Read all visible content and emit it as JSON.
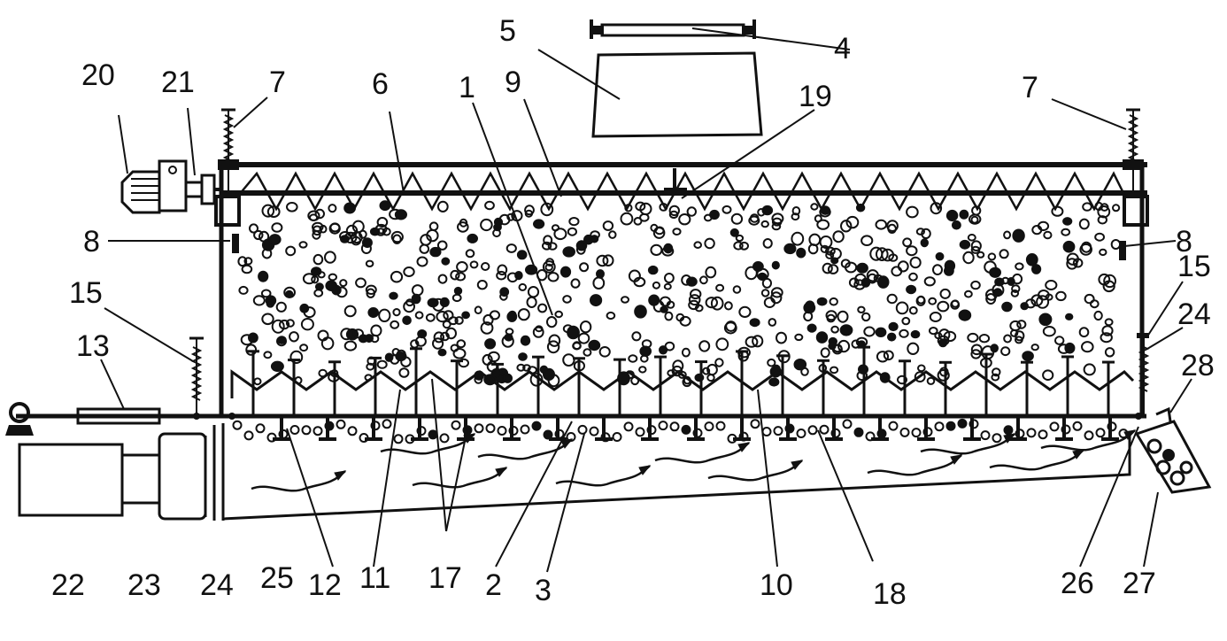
{
  "labels": {
    "l1": "1",
    "l2": "2",
    "l3": "3",
    "l4": "4",
    "l5": "5",
    "l6": "6",
    "l7a": "7",
    "l7b": "7",
    "l8a": "8",
    "l8b": "8",
    "l9": "9",
    "l10": "10",
    "l11": "11",
    "l12": "12",
    "l13": "13",
    "l15a": "15",
    "l15b": "15",
    "l17": "17",
    "l18": "18",
    "l19": "19",
    "l20": "20",
    "l21": "21",
    "l22": "22",
    "l23": "23",
    "l24a": "24",
    "l24b": "24",
    "l25": "25",
    "l26": "26",
    "l27": "27",
    "l28": "28"
  },
  "colors": {
    "ink": "#111111",
    "paper": "#ffffff"
  }
}
